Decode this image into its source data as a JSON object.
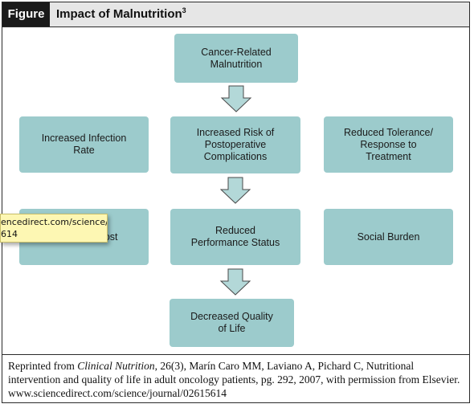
{
  "figure": {
    "label": "Figure",
    "title": "Impact of Malnutrition",
    "title_superscript": "3"
  },
  "diagram": {
    "box_color": "#9ccbcc",
    "arrow_fill": "#b3d8d8",
    "nodes": {
      "malnutrition": "Cancer-Related\nMalnutrition",
      "infection": "Increased Infection\nRate",
      "complications": "Increased Risk of\nPostoperative\nComplications",
      "tolerance": "Reduced Tolerance/\nResponse to\nTreatment",
      "cost": "Increased Cost",
      "performance": "Reduced\nPerformance Status",
      "social": "Social Burden",
      "quality": "Decreased Quality\nof Life"
    }
  },
  "credit": {
    "prefix": "Reprinted from ",
    "journal": "Clinical Nutrition",
    "rest": ", 26(3), Marín Caro MM, Laviano A, Pichard C, Nutritional intervention and quality of life in adult oncology patients, pg. 292, 2007, with permission from Elsevier. www.sciencedirect.com/science/journal/02615614"
  },
  "tooltip": {
    "line1": "encedirect.com/science/",
    "line2": "614"
  }
}
